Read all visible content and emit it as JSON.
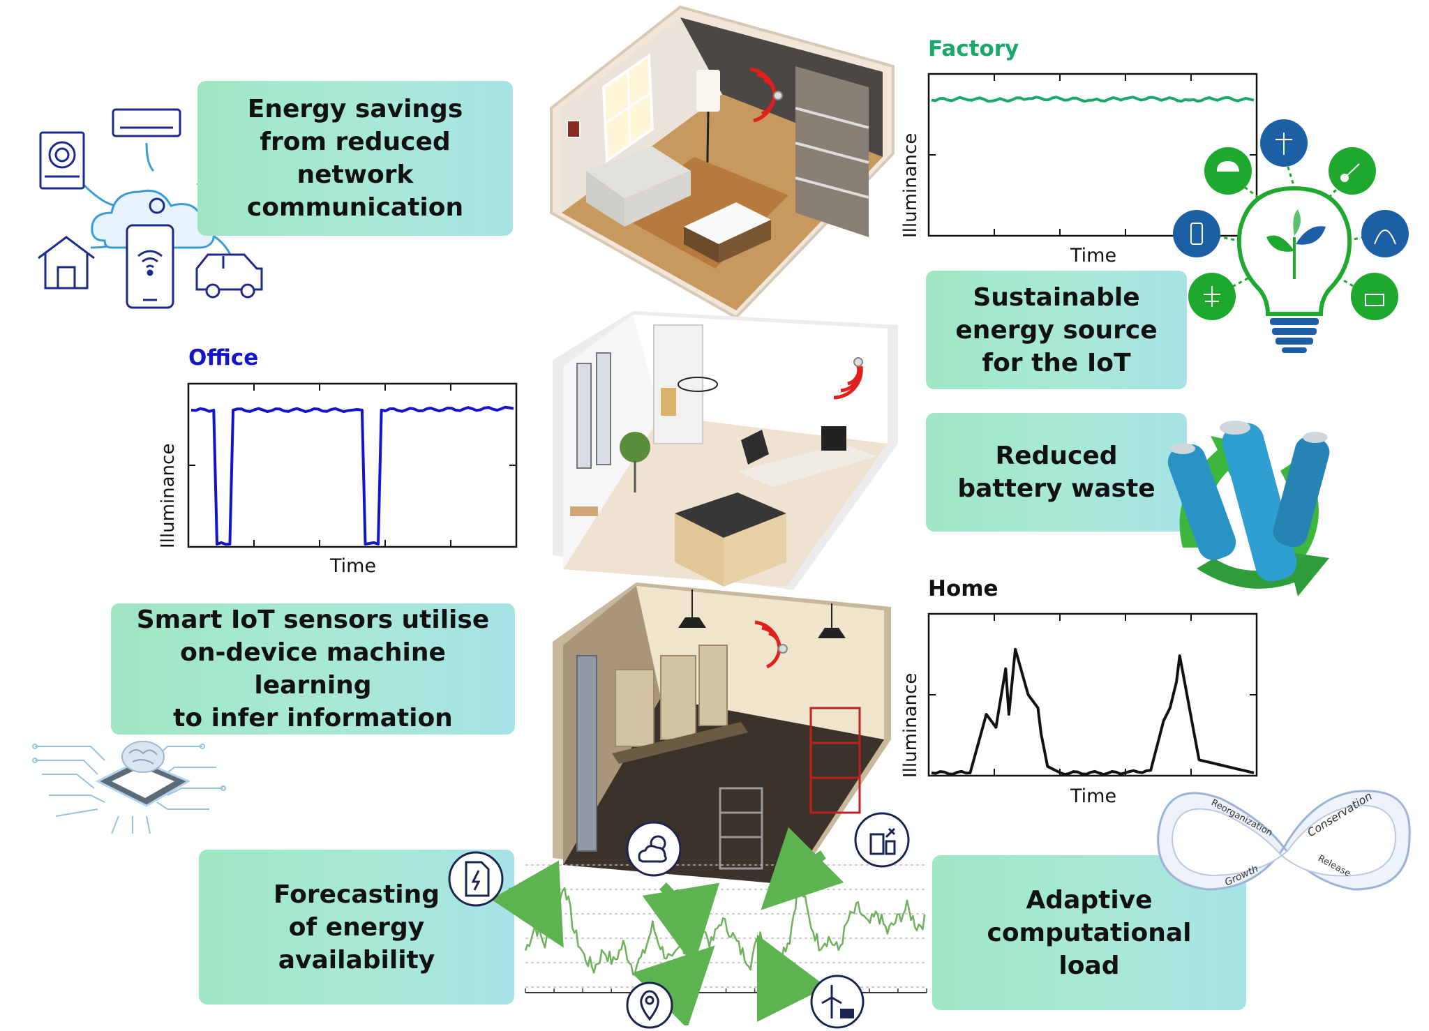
{
  "callouts": {
    "network": "Energy savings\nfrom reduced\nnetwork\ncommunication",
    "sensors": "Smart IoT sensors utilise\non-device machine learning\nto infer information",
    "forecasting": "Forecasting\nof energy\navailability",
    "sustainable": "Sustainable\nenergy source\nfor the IoT",
    "battery": "Reduced\nbattery waste",
    "adaptive": "Adaptive\ncomputational\nload"
  },
  "infinity_labels": [
    "Reorganization",
    "Conservation",
    "Growth",
    "Release"
  ],
  "colors": {
    "factory": "#1aa86a",
    "office": "#1414c8",
    "home": "#111111",
    "signal": "#e0201c",
    "callout_green": "#a5e6cf",
    "bulb_green": "#1ea82e",
    "icon_blue": "#1d5fa4",
    "battery_blue": "#2a93c6"
  },
  "icons": [
    "cloud-network-icon",
    "light-bulb-renewable-icon",
    "battery-recycle-icon",
    "chip-brain-icon",
    "document-energy-icon",
    "weather-icon",
    "location-pin-icon",
    "wind-solar-icon",
    "tools-icon",
    "infinity-loop-icon"
  ],
  "chart_data": [
    {
      "type": "line",
      "title": "Factory",
      "xlabel": "Time",
      "ylabel": "Illuminance",
      "x": [
        0,
        1,
        2,
        3,
        4,
        5,
        6,
        7,
        8,
        9,
        10
      ],
      "series": [
        {
          "values": [
            0.85,
            0.86,
            0.85,
            0.86,
            0.86,
            0.85,
            0.86,
            0.86,
            0.85,
            0.86,
            0.85
          ]
        }
      ],
      "ylim": [
        0,
        1
      ]
    },
    {
      "type": "line",
      "title": "Office",
      "xlabel": "Time",
      "ylabel": "Illuminance",
      "x": [
        0,
        0.07,
        0.08,
        0.12,
        0.13,
        0.5,
        0.53,
        0.54,
        0.58,
        0.59,
        1
      ],
      "series": [
        {
          "values": [
            0.85,
            0.85,
            0.0,
            0.0,
            0.85,
            0.85,
            0.85,
            0.0,
            0.0,
            0.85,
            0.86
          ]
        }
      ],
      "ylim": [
        0,
        1
      ]
    },
    {
      "type": "line",
      "title": "Home",
      "xlabel": "Time",
      "ylabel": "Illuminance",
      "x": [
        0,
        0.12,
        0.17,
        0.2,
        0.23,
        0.24,
        0.26,
        0.3,
        0.33,
        0.34,
        0.36,
        0.4,
        0.6,
        0.68,
        0.72,
        0.74,
        0.76,
        0.77,
        0.8,
        0.83,
        1
      ],
      "series": [
        {
          "values": [
            0.0,
            0.0,
            0.45,
            0.35,
            0.8,
            0.45,
            0.95,
            0.6,
            0.5,
            0.3,
            0.05,
            0.0,
            0.0,
            0.02,
            0.4,
            0.5,
            0.7,
            0.9,
            0.5,
            0.1,
            0.0
          ]
        }
      ],
      "ylim": [
        0,
        1.2
      ]
    }
  ],
  "forecast_chart": {
    "type": "line",
    "series": [
      {
        "values": [
          0.3,
          0.5,
          0.35,
          0.55,
          0.85,
          0.45,
          0.25,
          0.15,
          0.3,
          0.2,
          0.35,
          0.15,
          0.25,
          0.5,
          0.3,
          0.2,
          0.35,
          0.25,
          0.5,
          0.35,
          0.55,
          0.45,
          0.3,
          0.2,
          0.45,
          0.3,
          0.25,
          0.4,
          0.9,
          0.55,
          0.35,
          0.4,
          0.3,
          0.55,
          0.65,
          0.5,
          0.6,
          0.45,
          0.55,
          0.65,
          0.5,
          0.55
        ]
      }
    ]
  }
}
